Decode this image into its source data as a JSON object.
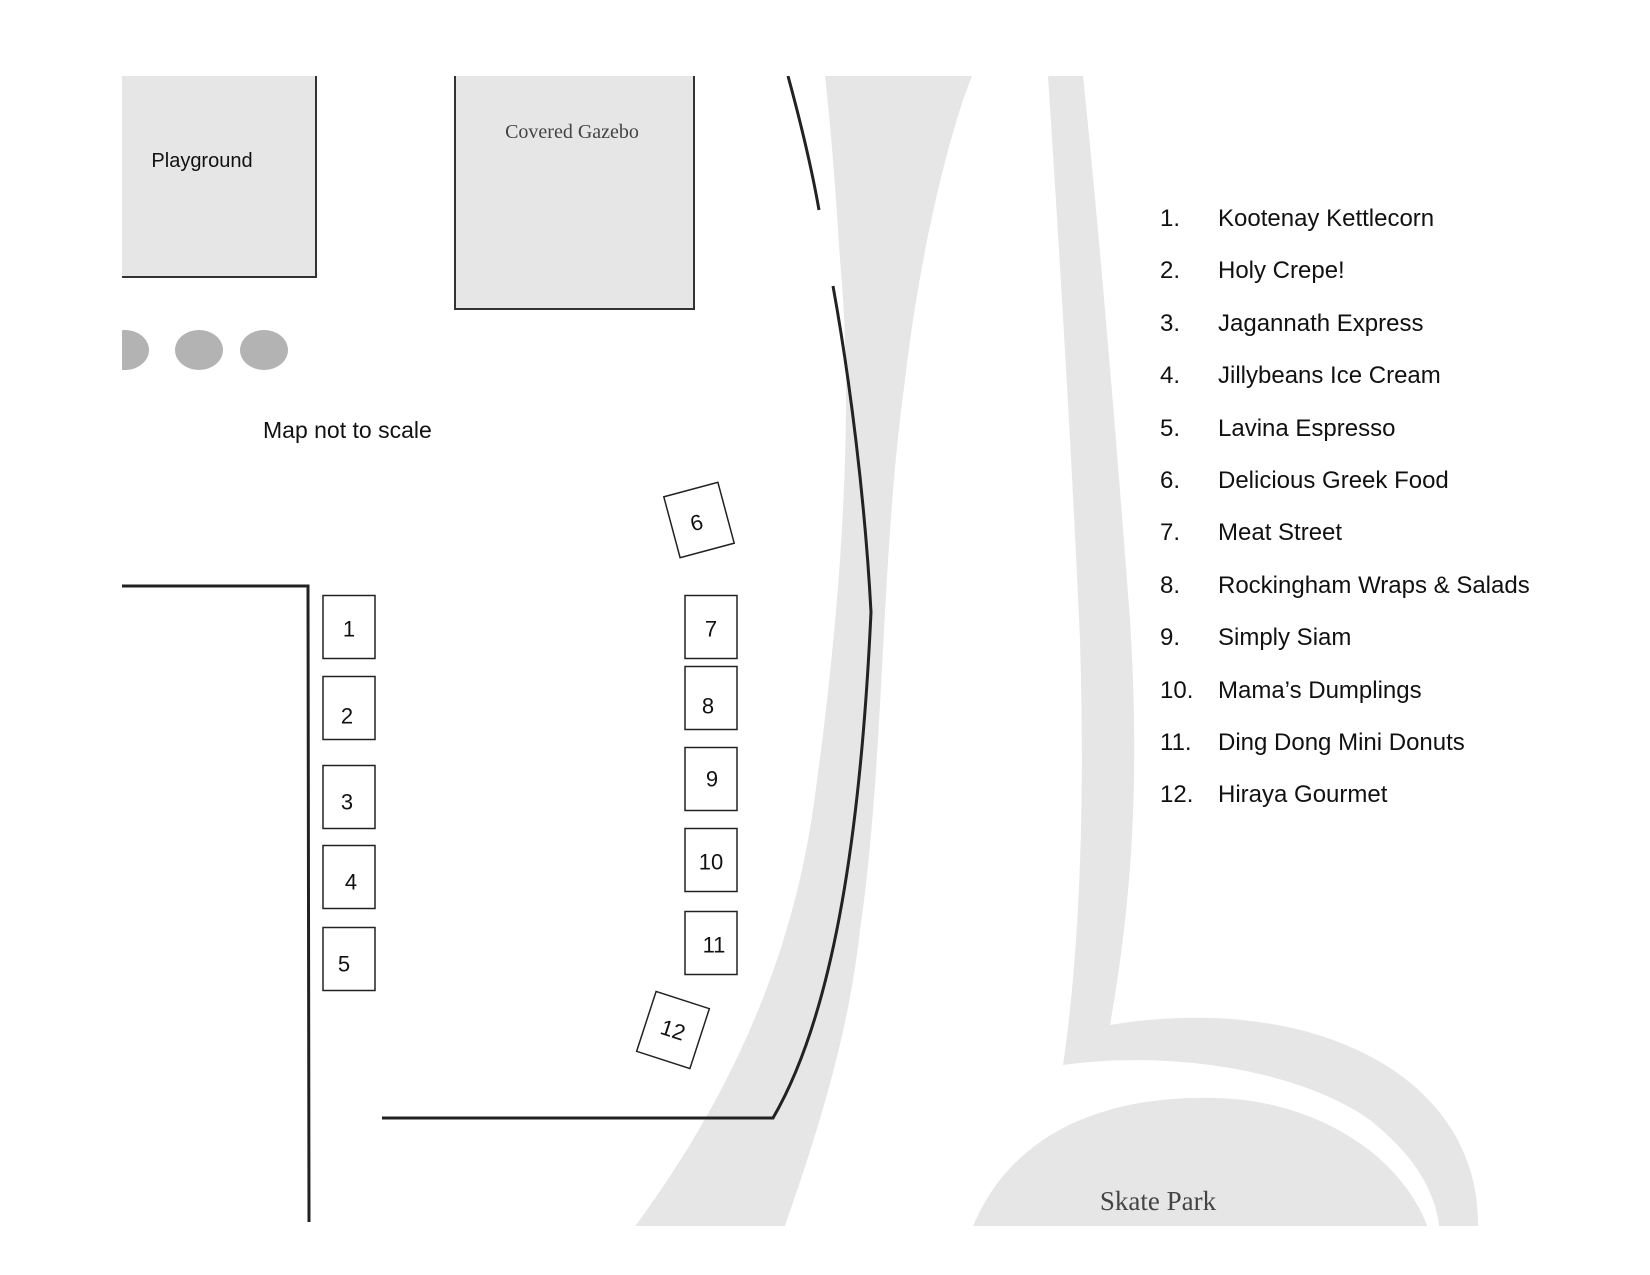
{
  "features": {
    "playground": "Playground",
    "covered_gazebo": "Covered Gazebo",
    "skate_park": "Skate Park",
    "note": "Map not to scale"
  },
  "booths": [
    "1",
    "2",
    "3",
    "4",
    "5",
    "6",
    "7",
    "8",
    "9",
    "10",
    "11",
    "12"
  ],
  "legend": [
    {
      "num": "1.",
      "name": "Kootenay Kettlecorn"
    },
    {
      "num": "2.",
      "name": "Holy Crepe!"
    },
    {
      "num": "3.",
      "name": "Jagannath Express"
    },
    {
      "num": "4.",
      "name": "Jillybeans Ice Cream"
    },
    {
      "num": "5.",
      "name": "Lavina Espresso"
    },
    {
      "num": "6.",
      "name": "Delicious Greek Food"
    },
    {
      "num": "7.",
      "name": "Meat Street"
    },
    {
      "num": "8.",
      "name": "Rockingham Wraps & Salads"
    },
    {
      "num": "9.",
      "name": "Simply Siam"
    },
    {
      "num": "10.",
      "name": "Mama’s Dumplings"
    },
    {
      "num": "11.",
      "name": "Ding Dong Mini Donuts"
    },
    {
      "num": "12.",
      "name": "Hiraya Gourmet"
    }
  ],
  "colors": {
    "path_gray": "#e6e6e6",
    "bench_gray": "#b3b3b3",
    "outline": "#222222"
  }
}
